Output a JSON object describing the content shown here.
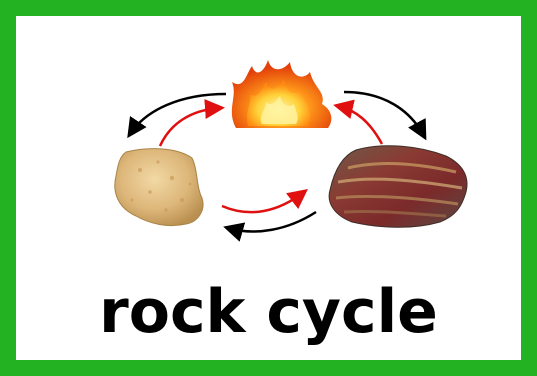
{
  "card": {
    "title": "rock cycle",
    "border_color": "#22b222"
  },
  "diagram": {
    "nodes": [
      {
        "id": "fire",
        "icon": "fire-icon"
      },
      {
        "id": "sedimentary",
        "icon": "sandstone-rock-icon"
      },
      {
        "id": "metamorphic",
        "icon": "metamorphic-rock-icon"
      }
    ],
    "arrow_colors": {
      "forward": "#e01010",
      "reverse": "#000000"
    }
  }
}
